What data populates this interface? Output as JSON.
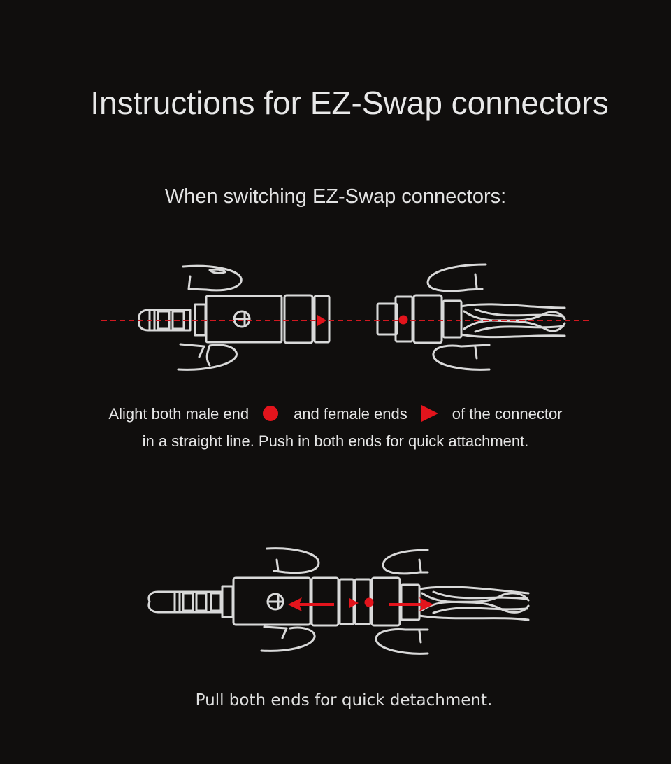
{
  "title": "Instructions for EZ-Swap connectors",
  "subtitle": "When switching EZ-Swap connectors:",
  "attach": {
    "text_part1": "Alight both male end",
    "text_part2": "and female ends",
    "text_part3": "of the connector",
    "line2": "in a straight line. Push in both ends for quick attachment.",
    "male_marker_icon": "red-dot-icon",
    "female_marker_icon": "red-triangle-icon"
  },
  "detach": {
    "text": "Pull both ends for quick detachment."
  },
  "colors": {
    "background": "#100e0d",
    "accent_red": "#e3141c",
    "line_art": "#d9d9d9",
    "text": "#e6e6e6"
  }
}
